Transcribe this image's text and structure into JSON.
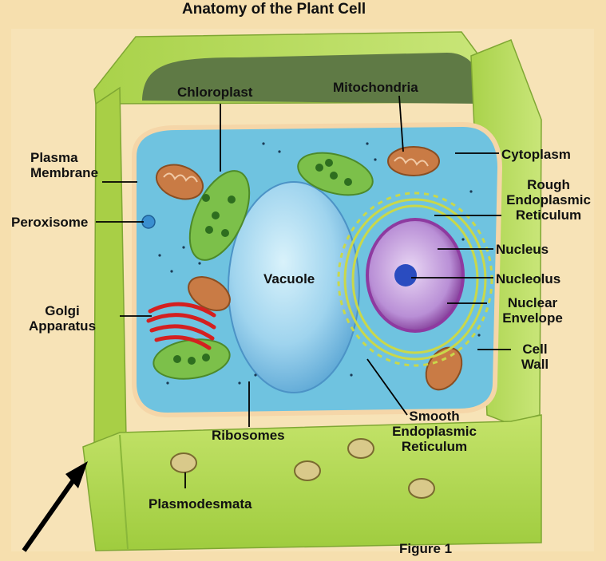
{
  "title": "Anatomy of the Plant Cell",
  "figure_label": "Figure 1",
  "labels": {
    "chloroplast": "Chloroplast",
    "mitochondria": "Mitochondria",
    "plasma_membrane": [
      "Plasma",
      "Membrane"
    ],
    "cytoplasm": "Cytoplasm",
    "rough_er": [
      "Rough",
      "Endoplasmic",
      "Reticulum"
    ],
    "peroxisome": "Peroxisome",
    "vacuole": "Vacuole",
    "nucleus": "Nucleus",
    "nucleolus": "Nucleolus",
    "golgi": [
      "Golgi",
      "Apparatus"
    ],
    "nuclear_envelope": [
      "Nuclear",
      "Envelope"
    ],
    "cell_wall": [
      "Cell",
      "Wall"
    ],
    "ribosomes": "Ribosomes",
    "smooth_er": [
      "Smooth",
      "Endoplasmic",
      "Reticulum"
    ],
    "plasmodesmata": "Plasmodesmata"
  },
  "colors": {
    "background": "#f6dfae",
    "cell_wall": "#b9dc55",
    "cytoplasm": "#6ec3e0",
    "vacuole": "#9fd8f0",
    "chloroplast": "#7cc04a",
    "nucleus": "#8e3aa0",
    "golgi": "#d42020",
    "mitochondria": "#c97b45"
  }
}
